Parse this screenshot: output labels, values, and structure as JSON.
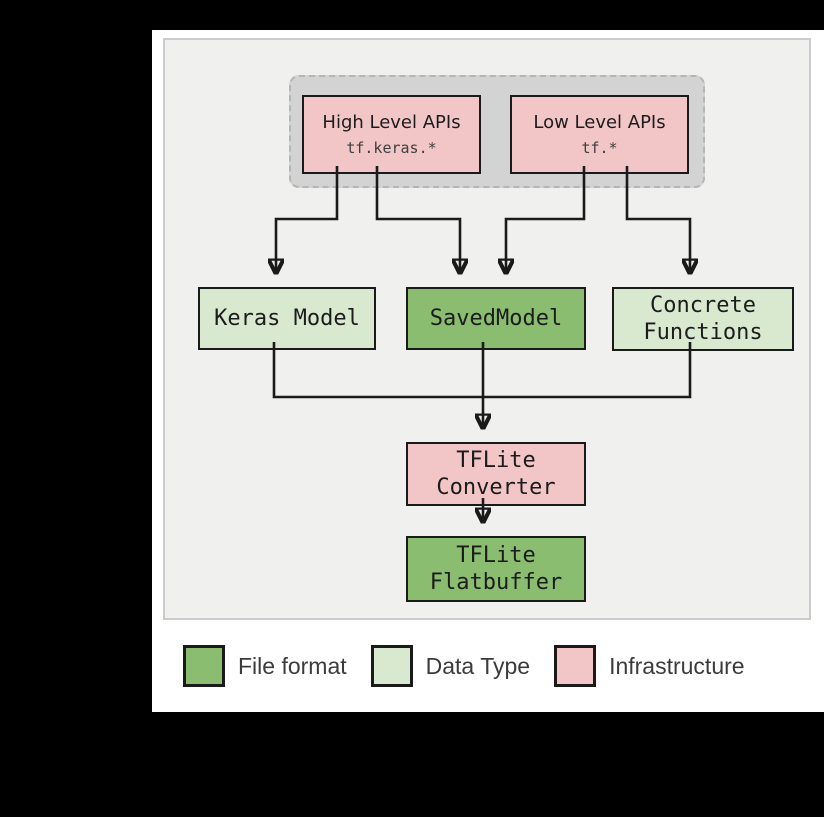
{
  "colors": {
    "file_format": "#8abd70",
    "data_type": "#d8e9d0",
    "infrastructure": "#f2c5c6"
  },
  "diagram": {
    "api_group": {
      "high_level": {
        "title": "High Level APIs",
        "subtitle": "tf.keras.*"
      },
      "low_level": {
        "title": "Low Level APIs",
        "subtitle": "tf.*"
      }
    },
    "nodes": {
      "keras_model": {
        "label": "Keras Model"
      },
      "saved_model": {
        "label": "SavedModel"
      },
      "concrete_functions": {
        "label": "Concrete\nFunctions"
      },
      "tflite_converter": {
        "label": "TFLite\nConverter"
      },
      "tflite_flatbuffer": {
        "label": "TFLite\nFlatbuffer"
      }
    }
  },
  "legend": {
    "items": [
      {
        "label": "File format"
      },
      {
        "label": "Data Type"
      },
      {
        "label": "Infrastructure"
      }
    ]
  }
}
